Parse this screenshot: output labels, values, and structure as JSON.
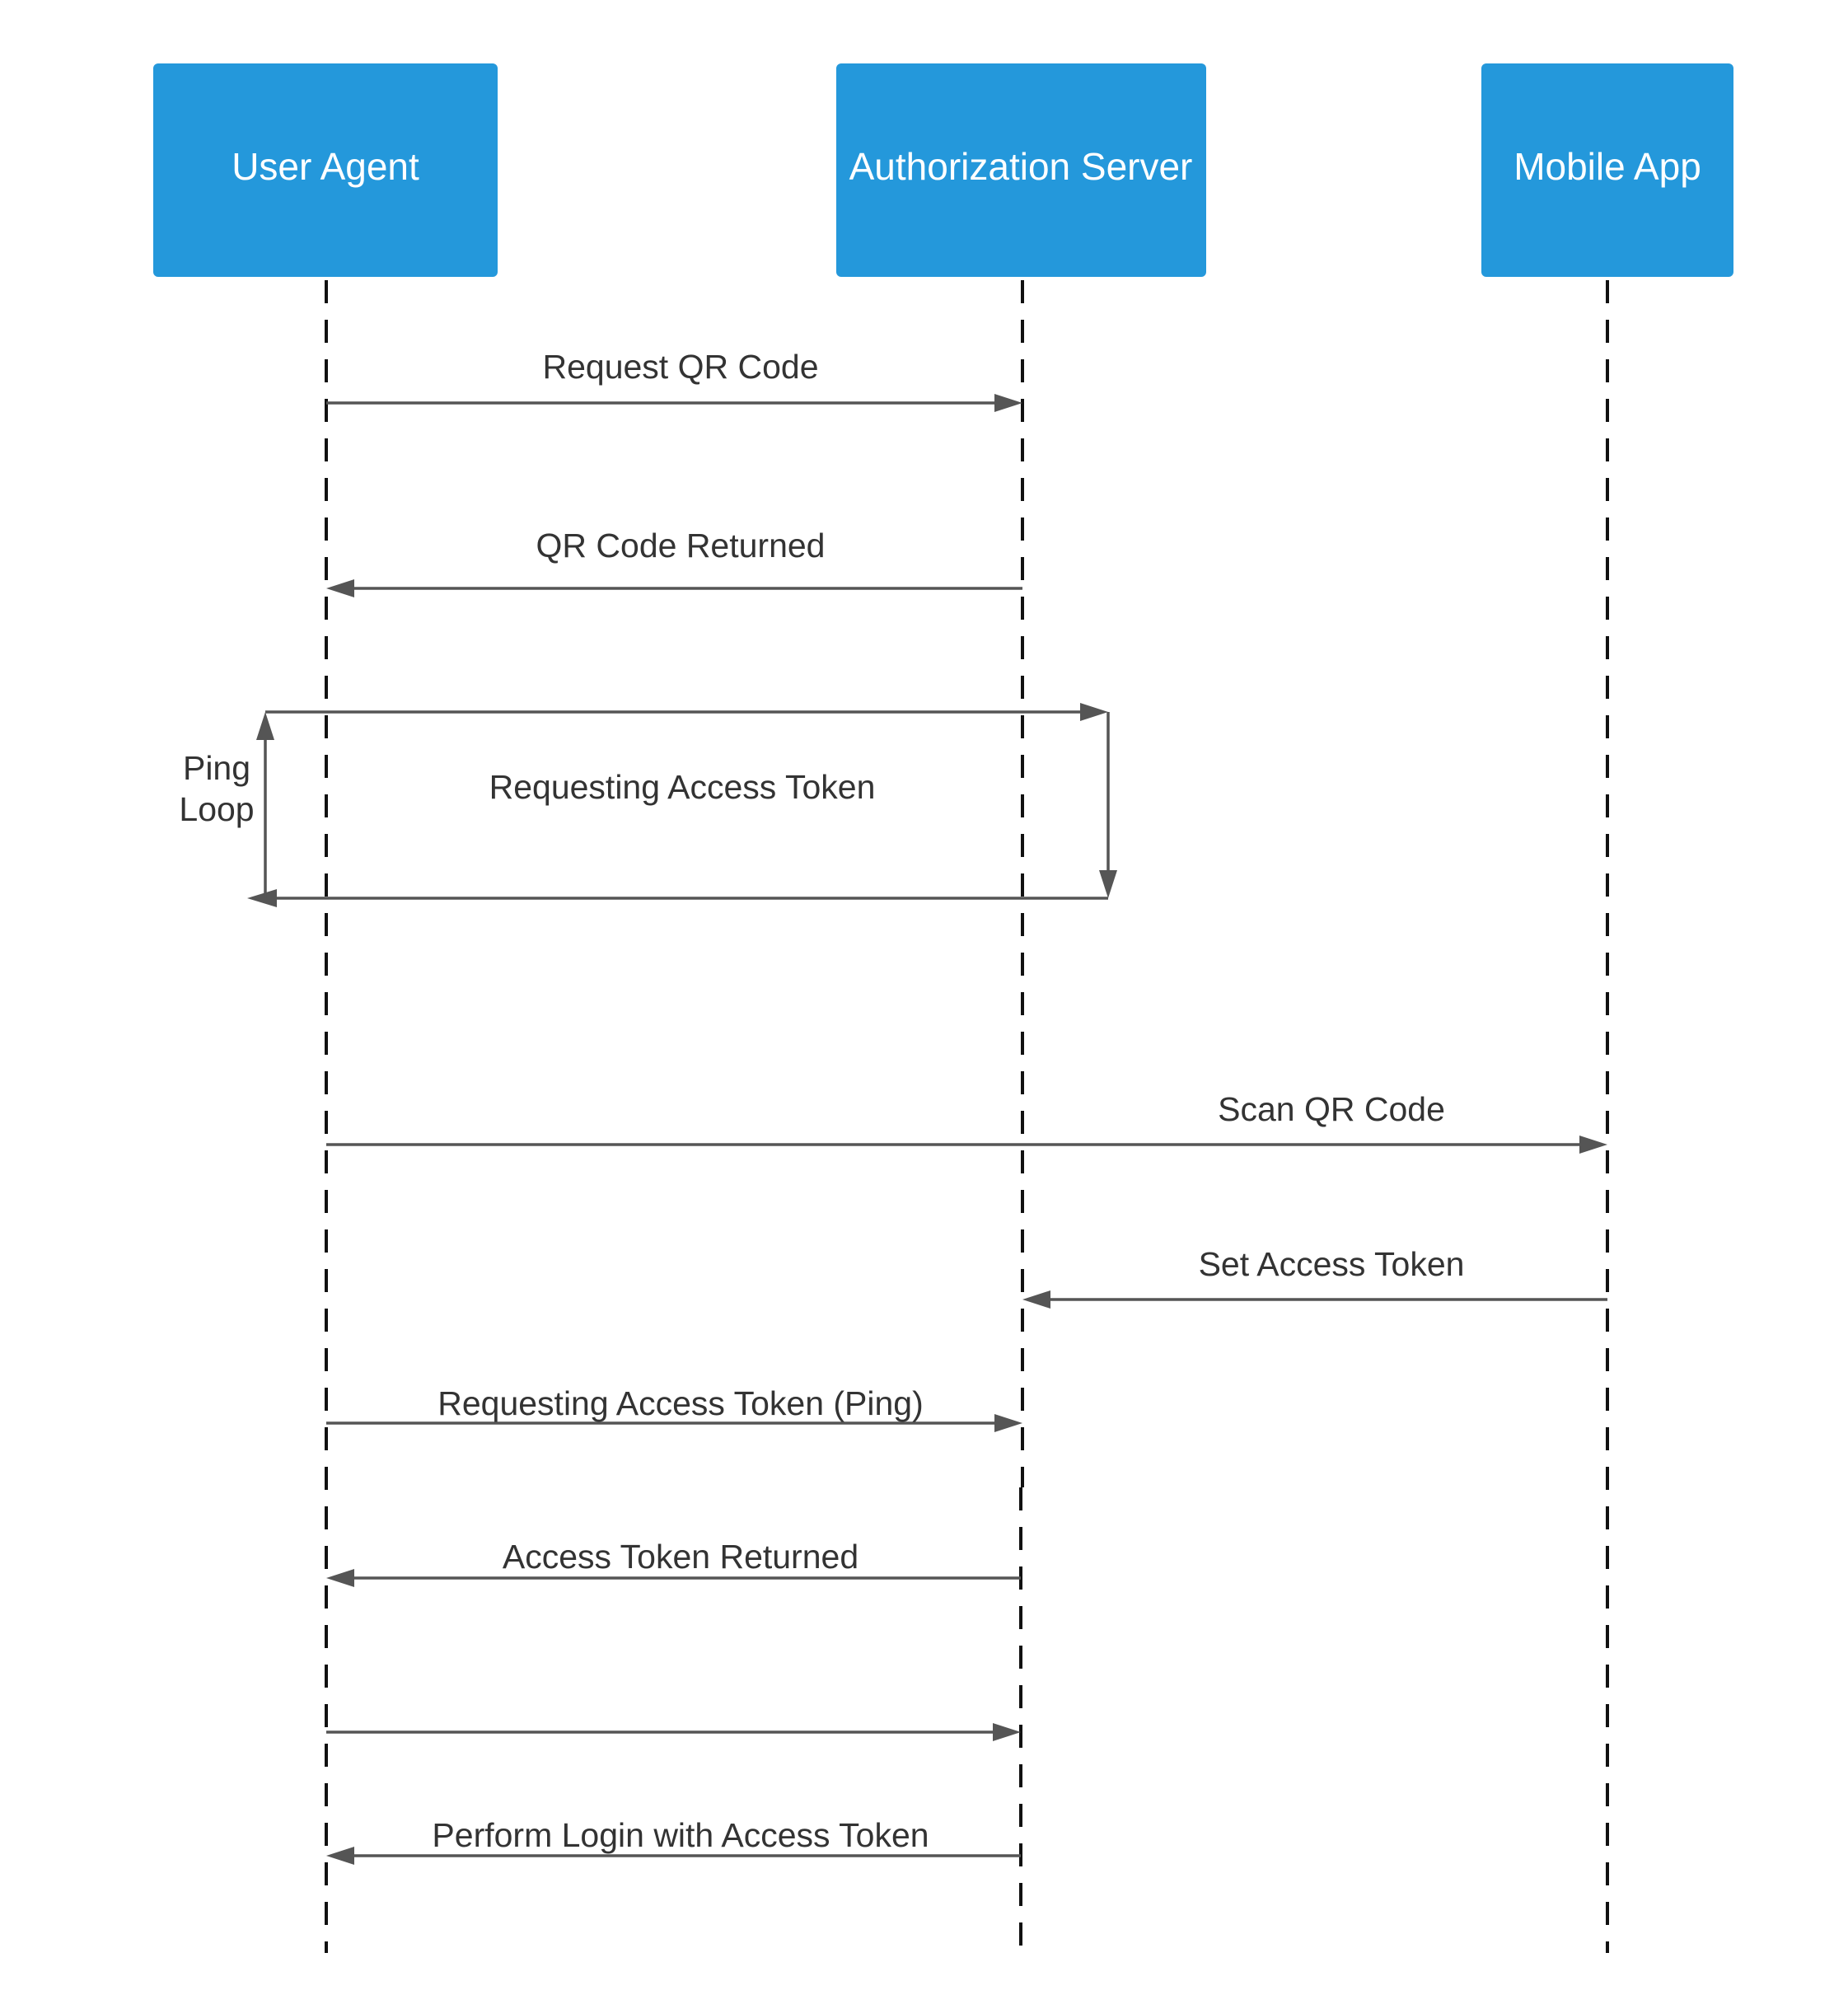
{
  "actors": {
    "user_agent": "User Agent",
    "authorization_server": "Authorization Server",
    "mobile_app": "Mobile App"
  },
  "messages": {
    "request_qr": "Request QR Code",
    "qr_returned": "QR Code Returned",
    "requesting_token": "Requesting Access Token",
    "ping_loop_line1": "Ping",
    "ping_loop_line2": "Loop",
    "scan_qr": "Scan QR Code",
    "set_token": "Set Access Token",
    "requesting_token_ping": "Requesting Access Token (Ping)",
    "token_returned": "Access Token Returned",
    "perform_login": "Perform Login with Access Token"
  },
  "colors": {
    "actor_fill": "#2498db",
    "actor_text": "#ffffff",
    "message_line": "#555555",
    "lifeline": "#111111",
    "label_text": "#333333"
  }
}
